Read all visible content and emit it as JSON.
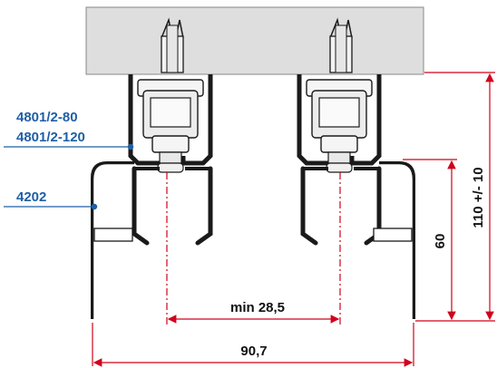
{
  "labels": {
    "part_a": "4801/2-80",
    "part_b": "4801/2-120",
    "part_c": "4202"
  },
  "dimensions": {
    "center_distance": "min 28,5",
    "total_width": "90,7",
    "profile_height": "60",
    "total_height": "110 +/- 10"
  },
  "colors": {
    "leader": "#1f5fa6",
    "dimension": "#d0021b",
    "ceiling": "#dedede",
    "outline": "#1a1a1a"
  }
}
